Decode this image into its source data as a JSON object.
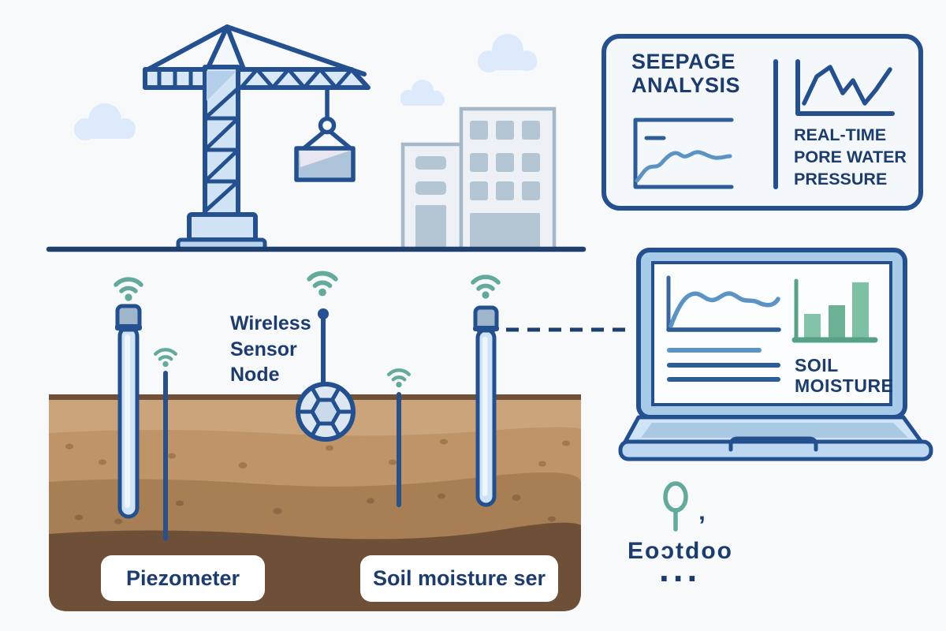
{
  "colors": {
    "background": "#f7f9fb",
    "outline_navy": "#24508f",
    "text_navy": "#1d3c6e",
    "light_blue_fill": "#cfe3f5",
    "laptop_bezel": "#a8cbea",
    "wifi_teal": "#63a99c",
    "chart_blue": "#5b93c4",
    "bar_green": "#7dc0a4",
    "soil_layer_1": "#cba47c",
    "soil_layer_2": "#bf9468",
    "soil_layer_3": "#a87e55",
    "soil_layer_4": "#6e4f38"
  },
  "seepage_panel": {
    "title": "SEEPAGE\nANALYSIS",
    "caption": "REAL-TIME\nPORE WATER\nPRESSURE"
  },
  "ground_labels": {
    "wireless_sensor_node": "Wireless\nSensor\nNode",
    "piezometer": "Piezometer",
    "soil_moisture_sensor": "Soil moisture ser"
  },
  "laptop": {
    "screen_label": "SOIL\nMOISTURE"
  },
  "bottom_right": {
    "garbled_text": "Eoɔtdoo",
    "garbled_accent": "’",
    "ellipsis": "..."
  },
  "icons": [
    "crane-icon",
    "cloud-icon",
    "building-icon",
    "wifi-signal-icon",
    "piezometer-probe-icon",
    "sensor-rod-icon",
    "wireless-sensor-ball-icon",
    "area-chart-icon",
    "line-chart-icon",
    "bar-chart-icon",
    "laptop-icon",
    "pin-icon"
  ]
}
